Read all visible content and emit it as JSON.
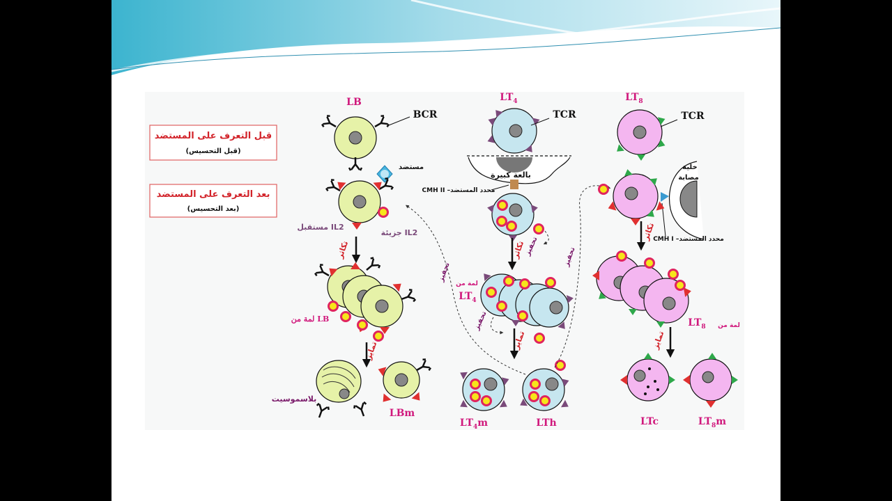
{
  "legend": {
    "before_title": "قبل التعرف على المستضد",
    "before_sub": "(قبل التحسيس)",
    "after_title": "بعد التعرف على المستضد",
    "after_sub": "(بعد التحسيس)"
  },
  "b_column": {
    "lb": "LB",
    "bcr": "BCR",
    "antigen": "مستضد",
    "il2_receptor": "مستقبل IL2",
    "il2_molecule": "جزيئة IL2",
    "proliferation": "تكاثر",
    "clone": "لمة من LB",
    "differentiation": "تمايز",
    "plasmocyte": "بلاسموسيت",
    "lbm": "LBm"
  },
  "t4_column": {
    "lt4_base": "LT",
    "lt4_sub": "4",
    "tcr": "TCR",
    "macrophage": "بالعة كبيرة",
    "cmh2": "CMH II –محدد المستضد",
    "stimulation_a": "تحفيز",
    "stimulation_b": "تحفيز",
    "stimulation_c": "تحفيز",
    "stimulation_d": "تحفيز",
    "proliferation": "تكاثر",
    "clone_pre": "لمة من",
    "clone_base": "LT",
    "clone_sub": "4",
    "differentiation": "تمايز",
    "lt4m_base": "LT",
    "lt4m_sub": "4",
    "lt4m_suffix": "m",
    "lth": "LTh"
  },
  "t8_column": {
    "lt8_base": "LT",
    "lt8_sub": "8",
    "tcr": "TCR",
    "infected_line1": "خلية",
    "infected_line2": "مصابة",
    "cmh1": "CMH I –محدد المستضد",
    "proliferation": "تكاثر",
    "clone_pre": "لمة من",
    "clone_base": "LT",
    "clone_sub": "8",
    "differentiation": "تمايز",
    "ltc": "LTc",
    "lt8m_base": "LT",
    "lt8m_sub": "8",
    "lt8m_suffix": "m"
  },
  "colors": {
    "b_cell": "#e6f2a8",
    "t4_cell": "#c6e6ef",
    "t8_cell": "#f4b6f0",
    "magenta_label": "#d0187c",
    "red_label": "#d2232a",
    "receptor_red": "#e03030",
    "receptor_purple": "#7a4a7a",
    "receptor_green": "#2ea84a",
    "il2_yellow": "#f7e51a"
  }
}
